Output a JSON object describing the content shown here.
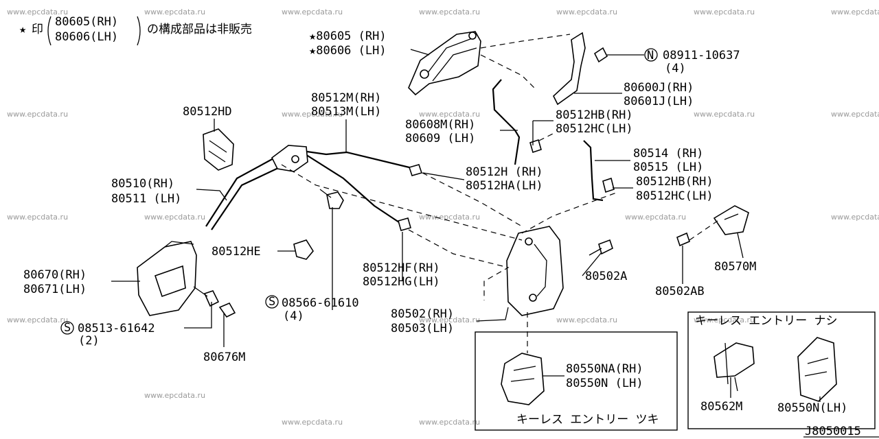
{
  "watermark": "www.epcdata.ru",
  "note": {
    "star": "★",
    "mark": "印",
    "rh": "80605(RH)",
    "lh": "80606(LH)",
    "text": "の構成部品は非販売"
  },
  "labels": {
    "handle_out_rh": "★80605 (RH)",
    "handle_out_lh": "★80606 (LH)",
    "n_symbol": "N",
    "nut_no": "08911-10637",
    "nut_qty": "(4)",
    "sash_rh": "80600J(RH)",
    "sash_lh": "80601J(LH)",
    "rod_m_rh": "80512M(RH)",
    "rod_m_lh": "80513M(LH)",
    "hd": "80512HD",
    "rod_608_rh": "80608M(RH)",
    "rod_609_lh": "80609  (LH)",
    "hb1_rh": "80512HB(RH)",
    "hc1_lh": "80512HC(LH)",
    "rod_514_rh": "80514 (RH)",
    "rod_515_lh": "80515 (LH)",
    "h_rh": "80512H  (RH)",
    "ha_lh": "80512HA(LH)",
    "hb2_rh": "80512HB(RH)",
    "hc2_lh": "80512HC(LH)",
    "rod_510_rh": "80510(RH)",
    "rod_511_lh": "80511 (LH)",
    "he": "80512HE",
    "hf_rh": "80512HF(RH)",
    "hg_lh": "80512HG(LH)",
    "screw_502a": "80502A",
    "screw_502ab": "80502AB",
    "striker": "80570M",
    "inner_rh": "80670(RH)",
    "inner_lh": "80671(LH)",
    "s_symbol": "S",
    "bolt_566_no": "08566-61610",
    "bolt_566_qty": "(4)",
    "bolt_513_no": "08513-61642",
    "bolt_513_qty": "(2)",
    "escut": "80676M",
    "lock_rh": "80502(RH)",
    "lock_lh": "80503(LH)",
    "act_rh": "80550NA(RH)",
    "act_lh": "80550N  (LH)",
    "keyless_with": "キーレス  エントリー  ツキ",
    "keyless_without": "キーレス  エントリー  ナシ",
    "act_562": "80562M",
    "act_550n_lh": "80550N(LH)",
    "diagram_code": "J8050015"
  }
}
